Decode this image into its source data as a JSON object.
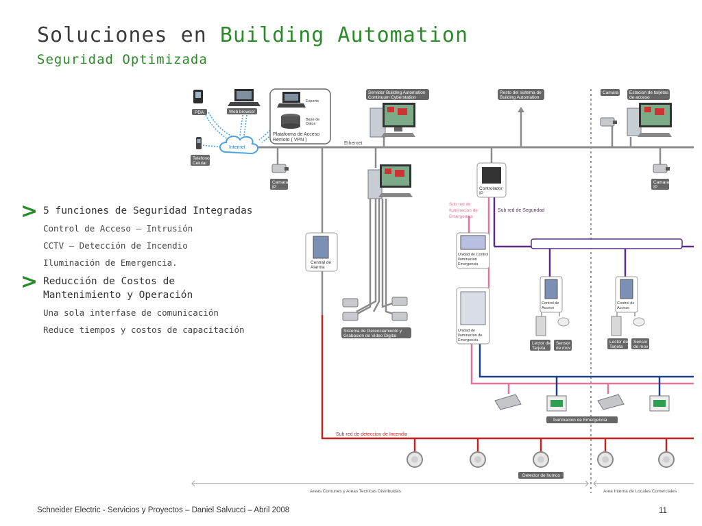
{
  "header": {
    "title_plain": "Soluciones en",
    "title_accent": "Building Automation",
    "subtitle": "Seguridad Optimizada"
  },
  "bullets": [
    {
      "heading": "5 funciones de Seguridad Integradas",
      "items": [
        "Control de Acceso – Intrusión",
        "CCTV – Detección de Incendio",
        "Iluminación de Emergencia."
      ]
    },
    {
      "heading": "Reducción de Costos de Mantenimiento y Operación",
      "items": [
        "Una sola interfase de comunicación",
        "Reduce tiempos y costos de capacitación"
      ]
    }
  ],
  "diagram": {
    "pda": "PDA",
    "web_browser": "Web browser",
    "telefono": [
      "Telefono",
      "Celular"
    ],
    "internet": "Internet",
    "plataforma": [
      "Plataforma de Acceso",
      "Remoto ( VPN )"
    ],
    "experto": "Experto",
    "base_datos": [
      "Base de",
      "Datos"
    ],
    "servidor": [
      "Servidor Building Automation",
      "Continuum Cyberstation"
    ],
    "resto": [
      "Resto del sistema de",
      "Building Automation"
    ],
    "camara_top": "Camara",
    "estacion": [
      "Estacion de tarjetas",
      "de acceso"
    ],
    "ethernet": "Ethernet",
    "camara_ip": [
      "Camara",
      "IP"
    ],
    "controlador": [
      "Controlador",
      "IP"
    ],
    "subred_ilum": [
      "Sub red de",
      "Iluminacion de",
      "Emergencia"
    ],
    "subred_seg": "Sub red de Seguridad",
    "central_alarma": [
      "Central de",
      "Alarma"
    ],
    "unidad_control": [
      "Unidad de Control",
      "Iluminacion",
      "Emergencia"
    ],
    "unidad_ilum": [
      "Unidad de",
      "Iluminacion de",
      "Emergencia"
    ],
    "control_acceso": [
      "Control de",
      "Acceso"
    ],
    "lector": [
      "Lector de",
      "Tarjeta"
    ],
    "sensor": [
      "Sensor",
      "de mov"
    ],
    "sistema_video": [
      "Sistema de Gerenciamiento y",
      "Grabacion de Video Digital"
    ],
    "ilum_emergencia": "Iluminacion de Emergencia",
    "subred_incendio": "Sub red de deteccion de Incendio",
    "detector_humos": "Detector de humos",
    "area_comunes": "Areas Comunes y Areas Tecnicas Distribuidas",
    "area_interna": "Area Interna de Locales Comerciales"
  },
  "footer": {
    "text": "Schneider Electric - Servicios y Proyectos – Daniel Salvucci – Abril 2008",
    "page": "11"
  },
  "colors": {
    "accent_green": "#2c8a2a",
    "ethernet_gray": "#8a8a8a",
    "security_purple": "#5b2d82",
    "lighting_pink": "#e2739e",
    "lighting_navy": "#1e3f8a",
    "fire_red": "#c0221f"
  }
}
